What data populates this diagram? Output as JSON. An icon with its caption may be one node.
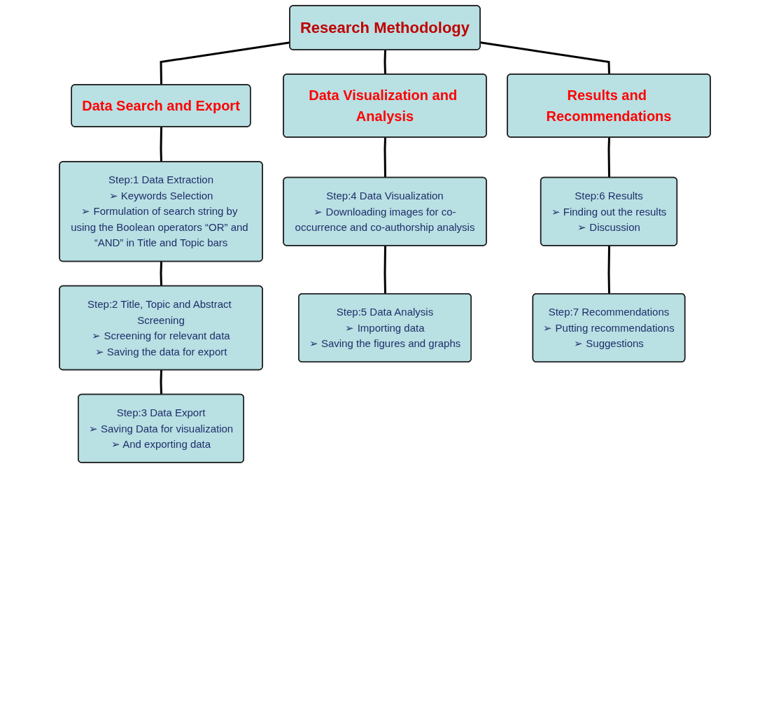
{
  "diagram": {
    "nodes": [
      {
        "text": [
          "Research Methodology"
        ]
      },
      {
        "text": [
          "Data Search and Export"
        ]
      },
      {
        "text": [
          "Data Visualization and Analysis"
        ]
      },
      {
        "text": [
          "Results and Recommendations"
        ]
      },
      {
        "text": [
          "Step:1 Data Extraction",
          "➢ Keywords Selection",
          "➢ Formulation of search string by using the Boolean operators “OR” and “AND” in Title and Topic bars"
        ]
      },
      {
        "text": [
          "Step:2 Title, Topic and Abstract Screening",
          "➢ Screening for relevant data",
          "➢ Saving the data for export"
        ]
      },
      {
        "text": [
          "Step:3 Data Export",
          "➢ Saving Data for visualization",
          "➢ And exporting data"
        ]
      },
      {
        "text": [
          "Step:4 Data Visualization",
          "➢ Downloading images for co-occurrence and co-authorship analysis"
        ]
      },
      {
        "text": [
          "Step:5 Data Analysis",
          "➢ Importing data",
          "➢ Saving the figures and graphs"
        ]
      },
      {
        "text": [
          "Step:6 Results",
          "➢ Finding out the results",
          "➢ Discussion"
        ]
      },
      {
        "text": [
          "Step:7 Recommendations",
          "➢ Putting recommendations",
          "➢ Suggestions"
        ]
      }
    ],
    "edges": [
      {
        "from": 0,
        "to": 1,
        "arrow": "none"
      },
      {
        "from": 0,
        "to": 2,
        "arrow": "none"
      },
      {
        "from": 0,
        "to": 3,
        "arrow": "none"
      },
      {
        "from": 1,
        "to": 4,
        "arrow": "none"
      },
      {
        "from": 4,
        "to": 5,
        "arrow": "none"
      },
      {
        "from": 5,
        "to": 6,
        "arrow": "none"
      },
      {
        "from": 2,
        "to": 7,
        "arrow": "none"
      },
      {
        "from": 7,
        "to": 8,
        "arrow": "none"
      },
      {
        "from": 3,
        "to": 9,
        "arrow": "none"
      },
      {
        "from": 9,
        "to": 10,
        "arrow": "none"
      }
    ]
  }
}
